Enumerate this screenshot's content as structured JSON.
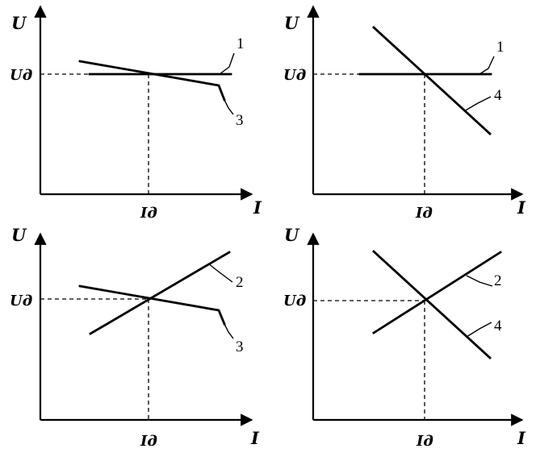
{
  "axes": {
    "y_label": "U",
    "x_label": "I",
    "u_label": "Uд",
    "i_label": "Iд"
  },
  "panels": [
    {
      "id": "top-left",
      "curves": [
        "1",
        "3"
      ]
    },
    {
      "id": "top-right",
      "curves": [
        "1",
        "4"
      ]
    },
    {
      "id": "bottom-left",
      "curves": [
        "2",
        "3"
      ]
    },
    {
      "id": "bottom-right",
      "curves": [
        "2",
        "4"
      ]
    }
  ],
  "curve_labels": {
    "c1": "1",
    "c2": "2",
    "c3": "3",
    "c4": "4"
  }
}
